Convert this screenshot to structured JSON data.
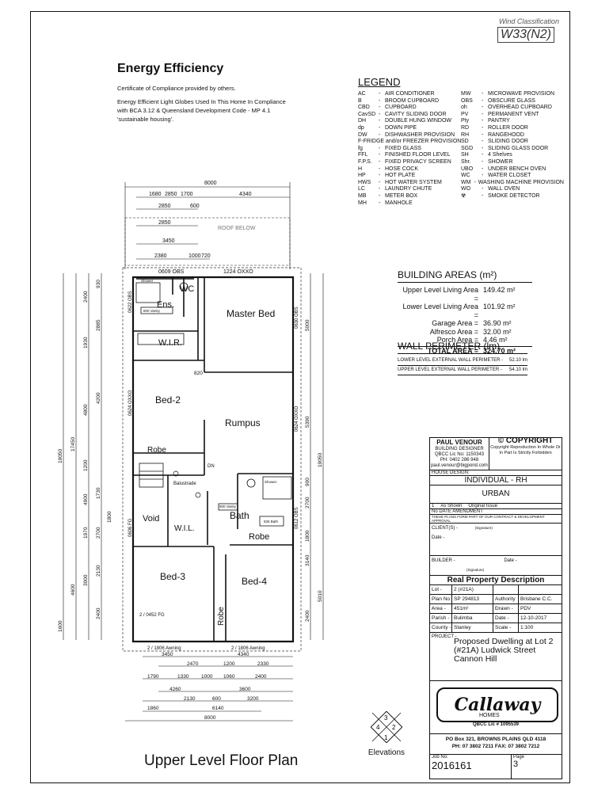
{
  "wind": {
    "label": "Wind Classification",
    "code": "W33(N2)"
  },
  "energy": {
    "title": "Energy Efficiency",
    "line1": "Certificate of Compliance provided by others.",
    "line2": "Energy Efficient Light Globes Used In This Home In Compliance with BCA 3.12 & Queensland Development Code - MP 4.1 'sustainable housing'."
  },
  "legend": {
    "title": "LEGEND",
    "left": [
      {
        "k": "AC",
        "v": "AIR CONDITIONER"
      },
      {
        "k": "B",
        "v": "BROOM CUPBOARD"
      },
      {
        "k": "CBD",
        "v": "CUPBOARD"
      },
      {
        "k": "CavSD",
        "v": "CAVITY SLIDING DOOR"
      },
      {
        "k": "DH",
        "v": "DOUBLE HUNG WINDOW"
      },
      {
        "k": "dp",
        "v": "DOWN PIPE"
      },
      {
        "k": "DW",
        "v": "DISHWASHER PROVISION"
      },
      {
        "k": "F",
        "v": "FRIDGE and/or FREEZER PROVISION"
      },
      {
        "k": "fg",
        "v": "FIXED GLASS"
      },
      {
        "k": "FFL",
        "v": "FINISHED FLOOR LEVEL"
      },
      {
        "k": "F.P.S.",
        "v": "FIXED PRIVACY SCREEN"
      },
      {
        "k": "H",
        "v": "HOSE COCK"
      },
      {
        "k": "HP",
        "v": "HOT PLATE"
      },
      {
        "k": "HWS",
        "v": "HOT WATER SYSTEM"
      },
      {
        "k": "LC",
        "v": "LAUNDRY CHUTE"
      },
      {
        "k": "MB",
        "v": "METER BOX"
      },
      {
        "k": "MH",
        "v": "MANHOLE"
      }
    ],
    "right": [
      {
        "k": "MW",
        "v": "MICROWAVE PROVISION"
      },
      {
        "k": "OBS",
        "v": "OBSCURE GLASS"
      },
      {
        "k": "oh",
        "v": "OVERHEAD CUPBOARD"
      },
      {
        "k": "PV",
        "v": "PERMANENT VENT"
      },
      {
        "k": "Pty",
        "v": "PANTRY"
      },
      {
        "k": "RD",
        "v": "ROLLER DOOR"
      },
      {
        "k": "RH",
        "v": "RANGEHOOD"
      },
      {
        "k": "SD",
        "v": "SLIDING DOOR"
      },
      {
        "k": "SGD",
        "v": "SLIDING GLASS DOOR"
      },
      {
        "k": "SH",
        "v": "4 Shelves"
      },
      {
        "k": "Shr.",
        "v": "SHOWER"
      },
      {
        "k": "UBO",
        "v": "UNDER BENCH OVEN"
      },
      {
        "k": "WC",
        "v": "WATER CLOSET"
      },
      {
        "k": "WM",
        "v": "WASHING MACHINE PROVISION"
      },
      {
        "k": "WO",
        "v": "WALL OVEN"
      },
      {
        "k": "☢",
        "v": "SMOKE DETECTOR"
      }
    ]
  },
  "areas": {
    "title": "BUILDING AREAS (m²)",
    "rows": [
      {
        "label": "Upper Level Living Area =",
        "value": "149.42 m²"
      },
      {
        "label": "Lower Level Living Area =",
        "value": "101.92 m²"
      },
      {
        "label": "Garage Area =",
        "value": "36.90 m²"
      },
      {
        "label": "Alfresco Area =",
        "value": "32.00 m²"
      },
      {
        "label": "Porch Area =",
        "value": "4.46 m²"
      }
    ],
    "total_label": "TOTAL AREA =",
    "total_value": "324.70 m²"
  },
  "perimeter": {
    "title": "WALL PERIMETER (lm)",
    "rows": [
      {
        "label": "LOWER LEVEL EXTERNAL WALL PERIMETER -",
        "value": "52.10 lm"
      },
      {
        "label": "UPPER LEVEL EXTERNAL WALL PERIMETER -",
        "value": "54.10 lm"
      }
    ]
  },
  "title_block": {
    "designer_name": "PAUL VENOUR",
    "designer_role": "BUILDING DESIGNER",
    "designer_lic": "QBCC Lic No: 1150343",
    "designer_ph": "PH: 0402 286 948",
    "designer_email": "paul.venour@bigpond.com",
    "copyright": "© COPYRIGHT",
    "copyright_note": "Copyright Reproduction In Whole Or In Part Is Strictly Forbidden",
    "house_design_label": "HOUSE DESIGN:",
    "house_design": "INDIVIDUAL - RH",
    "facade": "URBAN",
    "rev_no": "1",
    "rev_by": "As Shown",
    "rev_desc": "Original Issue",
    "rev_head": "No   DATE   AMENDMENT",
    "contract_note": "THESE PLANS FORM PART OF OUR CONTRACT & DEVELOPMENT APPROVAL",
    "clients_label": "CLIENT(S) -",
    "signature": "(Signature)",
    "date_label": "Date -",
    "builder_label": "BUILDER -",
    "rpd_title": "Real Property Description",
    "rpd": [
      {
        "a": "Lot -",
        "b": "2 (#21A)",
        "c": "",
        "e": ""
      },
      {
        "a": "Plan No -",
        "b": "SP 294813",
        "c": "Authority -",
        "e": "Brisbane C.C."
      },
      {
        "a": "Area -",
        "b": "451m²",
        "c": "Drawn -",
        "e": "PDV"
      },
      {
        "a": "Parish -",
        "b": "Bulimba",
        "c": "Date -",
        "e": "12-10-2017"
      },
      {
        "a": "County -",
        "b": "Stanley",
        "c": "Scale -",
        "e": "1:100"
      }
    ],
    "project_label": "PROJECT -",
    "project": "Proposed Dwelling at Lot 2 (#21A) Ludwick Street Cannon Hill",
    "brand": "Callaway",
    "brand_sub": "HOMES",
    "qbcc": "QBCC Lic # 1095539",
    "po_box": "PO Box 321, BROWNS PLAINS QLD 4118",
    "phone": "PH: 07 3802 7211  FAX: 07 3802 7212",
    "job_label": "Job No:",
    "job_no": "2016161",
    "page_label": "Page",
    "page_no": "3"
  },
  "plan": {
    "title": "Upper Level Floor Plan",
    "elevations_label": "Elevations",
    "rooms": {
      "wc": "WC",
      "ens": "Ens.",
      "master": "Master Bed",
      "wir": "W.I.R.",
      "bed2": "Bed-2",
      "rumpus": "Rumpus",
      "robe1": "Robe",
      "void": "Void",
      "wil": "W.I.L.",
      "bath": "Bath",
      "robe2": "Robe",
      "bed3": "Bed-3",
      "bed4": "Bed-4",
      "robe3": "Robe",
      "shower1": "Shower",
      "shower2": "Shower",
      "vanity1": "800 Vanity",
      "vanity2": "900 Vanity",
      "bath_tub": "825 Bath",
      "balustrade": "Balustrade",
      "dn": "DN",
      "roof_below": "ROOF BELOW"
    },
    "dims_top": [
      "8000",
      "1680",
      "2850",
      "1700",
      "4340",
      "2850",
      "600",
      "2850",
      "3450",
      "2380",
      "1000",
      "720",
      "1224 OXXO",
      "0609 OBS"
    ],
    "dims_bottom": [
      "3450",
      "4340",
      "2470",
      "1200",
      "2330",
      "1790",
      "1330",
      "1000",
      "1060",
      "2400",
      "4260",
      "3600",
      "2130",
      "600",
      "3200",
      "1860",
      "6140",
      "8000"
    ],
    "dims_left": [
      "19050",
      "17450",
      "2400",
      "1930",
      "4200",
      "4800",
      "1200",
      "4900",
      "1970",
      "2130",
      "3000",
      "4600",
      "2400",
      "1600",
      "2885",
      "930",
      "1730",
      "2700",
      "1800",
      "820"
    ],
    "dims_right": [
      "19050",
      "5000",
      "5390",
      "900",
      "2700",
      "1800",
      "3140",
      "5010",
      "2400"
    ],
    "window_tags": [
      "0609 OBS",
      "0622 OBS",
      "0624 OXXO",
      "0624 OXXO",
      "0612 OBS",
      "0606 FG",
      "2 / 0452 FG",
      "2 / 1806 Awning",
      "2 / 1806 Awning",
      "0630 OBS",
      "2 / 0452 FG"
    ]
  }
}
